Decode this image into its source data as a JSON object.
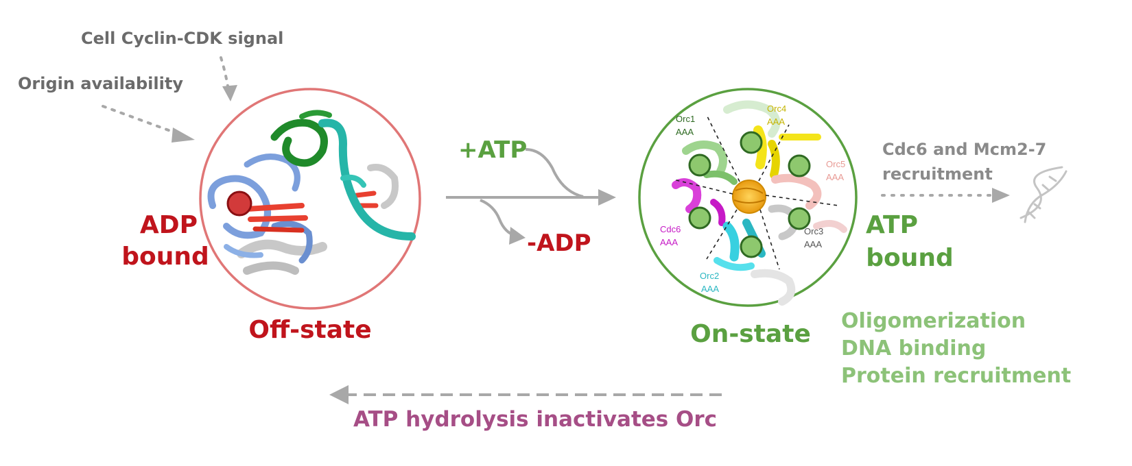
{
  "inputs": {
    "cyclin_cdk": "Cell Cyclin-CDK signal",
    "origin": "Origin availability"
  },
  "off_state": {
    "bound_line1": "ADP",
    "bound_line2": "bound",
    "title": "Off-state"
  },
  "transition": {
    "plus_atp": "+ATP",
    "minus_adp": "-ADP"
  },
  "on_state": {
    "subunits": {
      "orc1": [
        "Orc1",
        "AAA"
      ],
      "orc4": [
        "Orc4",
        "AAA"
      ],
      "orc5": [
        "Orc5",
        "AAA"
      ],
      "cdc6": [
        "Cdc6",
        "AAA"
      ],
      "orc3": [
        "Orc3",
        "AAA"
      ],
      "orc2": [
        "Orc2",
        "AAA"
      ]
    },
    "bound_line1": "ATP",
    "bound_line2": "bound",
    "title": "On-state"
  },
  "recruitment": {
    "line1": "Cdc6 and Mcm2-7",
    "line2": "recruitment"
  },
  "functions": [
    "Oligomerization",
    "DNA binding",
    "Protein recruitment"
  ],
  "hydrolysis": "ATP hydrolysis inactivates Orc",
  "colors": {
    "off_red": "#c0141c",
    "off_ring": "#e07676",
    "on_green": "#5aa040",
    "on_light": "#8cc278",
    "hydrolysis": "#a64e86",
    "arrow_gray": "#a8a8a8",
    "text_gray": "#6b6b6b",
    "orc1": "#5a9e4c",
    "orc4": "#c4b400",
    "orc5": "#e89a94",
    "cdc6": "#c61ac6",
    "orc3": "#555555",
    "orc2": "#2bb7c2"
  },
  "icons": [
    "dna-helix-icon"
  ]
}
